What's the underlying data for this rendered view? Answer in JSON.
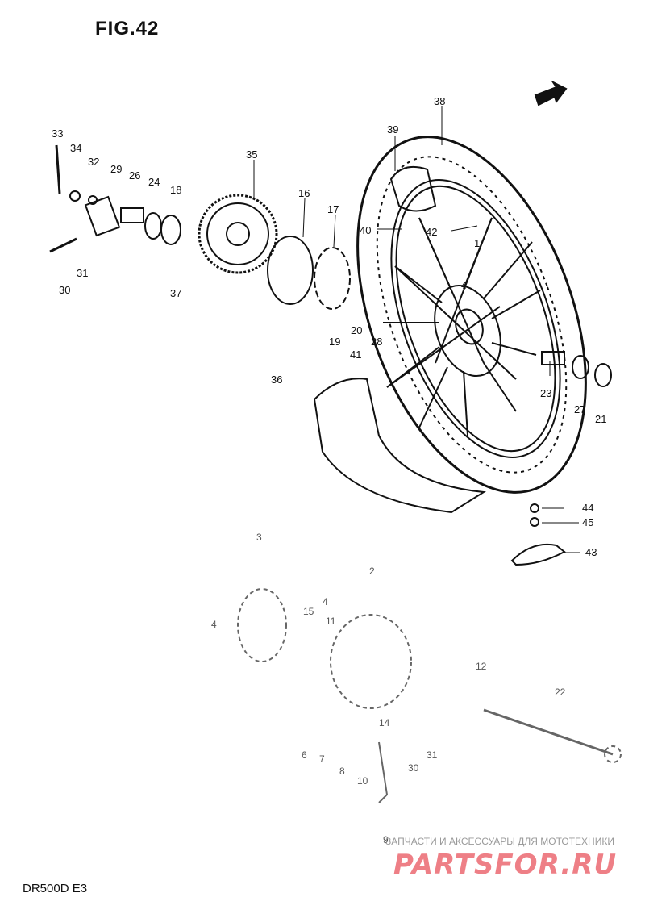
{
  "figure": {
    "title": "FIG.42",
    "model": "DR500D  E3"
  },
  "watermark": {
    "line": "ЗАПЧАСТИ И АКСЕССУАРЫ ДЛЯ МОТОТЕХНИКИ",
    "brand": "PARTSFOR.RU"
  },
  "labels": {
    "p33": "33",
    "p34": "34",
    "p32": "32",
    "p29": "29",
    "p26": "26",
    "p24": "24",
    "p18": "18",
    "p35": "35",
    "p16": "16",
    "p17": "17",
    "p38": "38",
    "p39": "39",
    "p40": "40",
    "p42": "42",
    "p1": "1",
    "p4w": "4",
    "p30a": "30",
    "p31a": "31",
    "p37": "37",
    "p36": "36",
    "p19": "19",
    "p20": "20",
    "p28": "28",
    "p41": "41",
    "p23": "23",
    "p27": "27",
    "p21": "21",
    "p44": "44",
    "p45": "45",
    "p43": "43",
    "h3": "3",
    "h4a": "4",
    "h4b": "4",
    "h15": "15",
    "h11": "11",
    "h2": "2",
    "h12": "12",
    "h6": "6",
    "h7": "7",
    "h8": "8",
    "h10": "10",
    "h9": "9",
    "h30": "30",
    "h31": "31",
    "h22": "22",
    "h14": "14"
  }
}
